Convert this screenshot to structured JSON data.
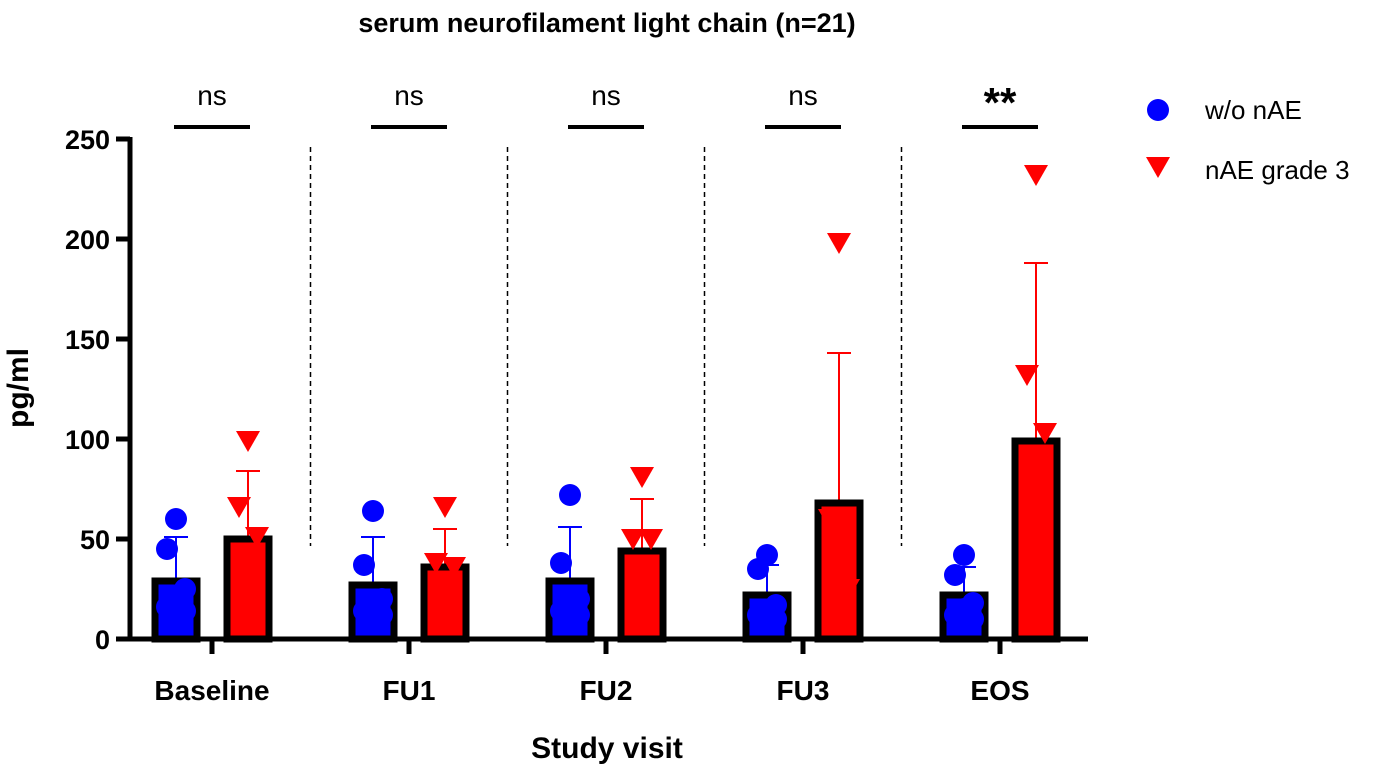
{
  "chart_data": {
    "type": "bar",
    "title": "serum neurofilament light chain (n=21)",
    "xlabel": "Study visit",
    "ylabel": "pg/ml",
    "ylim": [
      0,
      250
    ],
    "yticks": [
      0,
      50,
      100,
      150,
      200,
      250
    ],
    "categories": [
      "Baseline",
      "FU1",
      "FU2",
      "FU3",
      "EOS"
    ],
    "series": [
      {
        "name": "w/o nAE",
        "color": "#0000ff",
        "marker": "circle",
        "values": [
          29,
          27,
          29,
          22,
          22
        ],
        "error_upper": [
          51,
          51,
          56,
          37,
          36
        ],
        "points": [
          [
            60,
            45,
            25,
            20,
            16,
            14,
            12
          ],
          [
            64,
            37,
            20,
            16,
            14,
            12,
            10
          ],
          [
            72,
            38,
            20,
            17,
            14,
            12,
            10
          ],
          [
            42,
            35,
            17,
            14,
            12,
            10
          ],
          [
            42,
            32,
            18,
            15,
            12,
            10
          ]
        ]
      },
      {
        "name": "nAE grade 3",
        "color": "#ff0000",
        "marker": "triangle-down",
        "values": [
          50,
          36,
          44,
          68,
          99
        ],
        "error_upper": [
          84,
          55,
          70,
          143,
          188
        ],
        "error_lower": [
          null,
          null,
          null,
          1,
          null
        ],
        "points": [
          [
            99,
            66,
            51,
            23
          ],
          [
            66,
            38,
            36
          ],
          [
            81,
            50,
            50
          ],
          [
            198,
            60,
            25,
            24
          ],
          [
            232,
            132,
            103
          ]
        ]
      }
    ],
    "significance": [
      "ns",
      "ns",
      "ns",
      "ns",
      "**"
    ],
    "legend_position": "top-right",
    "grid": false
  }
}
